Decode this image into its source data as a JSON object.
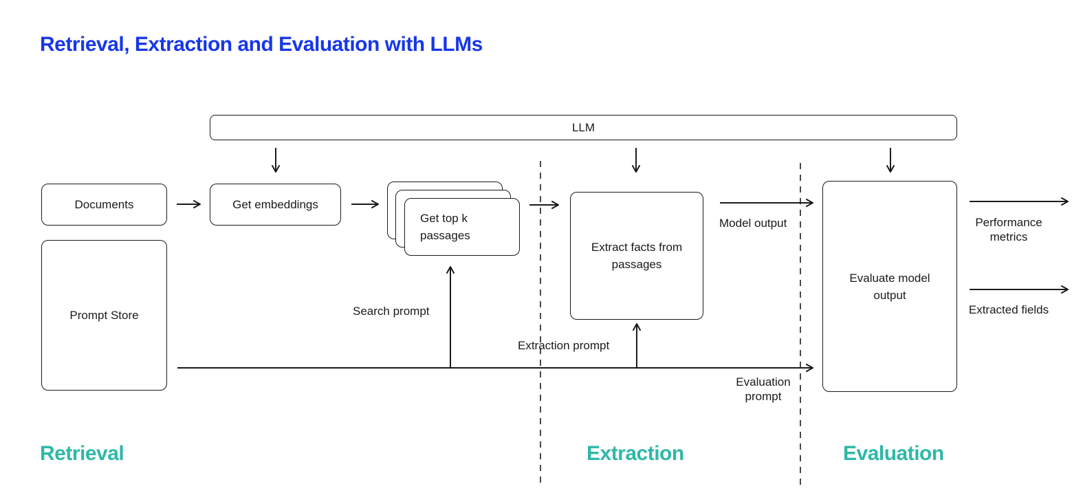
{
  "title": "Retrieval, Extraction and Evaluation with LLMs",
  "colors": {
    "title_blue": "#1737e8",
    "section_teal": "#2eb8a8",
    "stroke_black": "#1a1a1a"
  },
  "llm_bar": {
    "label": "LLM"
  },
  "nodes": {
    "documents": {
      "label": "Documents"
    },
    "get_embeddings": {
      "label": "Get embeddings"
    },
    "get_top_k": {
      "label": "Get top k passages"
    },
    "prompt_store": {
      "label": "Prompt Store"
    },
    "extract_facts": {
      "label": "Extract facts from passages"
    },
    "evaluate_model": {
      "label": "Evaluate model output"
    }
  },
  "edge_labels": {
    "search_prompt": "Search prompt",
    "extraction_prompt": "Extraction prompt",
    "evaluation_prompt": "Evaluation prompt",
    "model_output": "Model output",
    "performance_metrics": "Performance metrics",
    "extracted_fields": "Extracted fields"
  },
  "sections": [
    {
      "label": "Retrieval"
    },
    {
      "label": "Extraction"
    },
    {
      "label": "Evaluation"
    }
  ]
}
